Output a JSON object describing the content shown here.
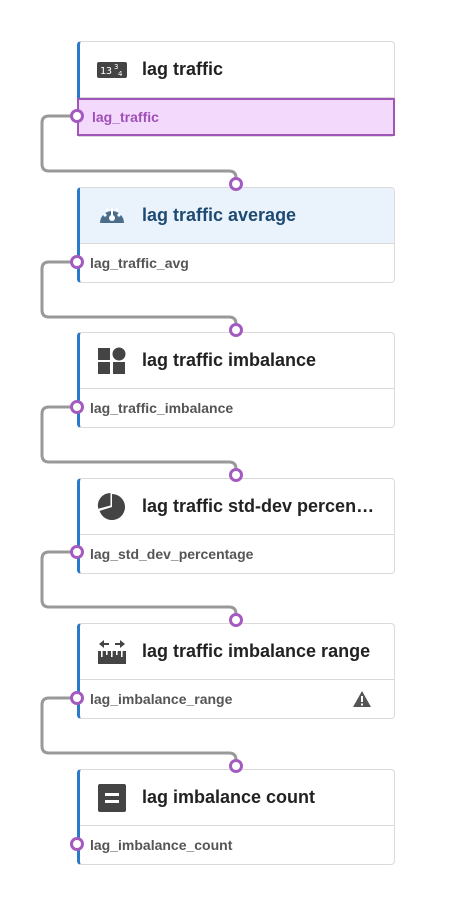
{
  "nodes": [
    {
      "title": "lag traffic",
      "output": "lag_traffic",
      "icon": "number-table-icon",
      "state": "selected-output"
    },
    {
      "title": "lag traffic average",
      "output": "lag_traffic_avg",
      "icon": "gauge-icon",
      "state": "active"
    },
    {
      "title": "lag traffic imbalance",
      "output": "lag_traffic_imbalance",
      "icon": "widgets-icon",
      "state": "normal"
    },
    {
      "title": "lag traffic std-dev percentage",
      "output": "lag_std_dev_percentage",
      "icon": "pie-chart-icon",
      "state": "normal"
    },
    {
      "title": "lag traffic imbalance range",
      "output": "lag_imbalance_range",
      "icon": "range-ruler-icon",
      "state": "warning"
    },
    {
      "title": "lag imbalance count",
      "output": "lag_imbalance_count",
      "icon": "equals-box-icon",
      "state": "normal"
    }
  ],
  "colors": {
    "accent_border": "#2b7ac9",
    "port": "#a45bc0",
    "selected_fill": "#f3d9fb",
    "active_header": "#eaf3fc",
    "wire": "#999999"
  }
}
